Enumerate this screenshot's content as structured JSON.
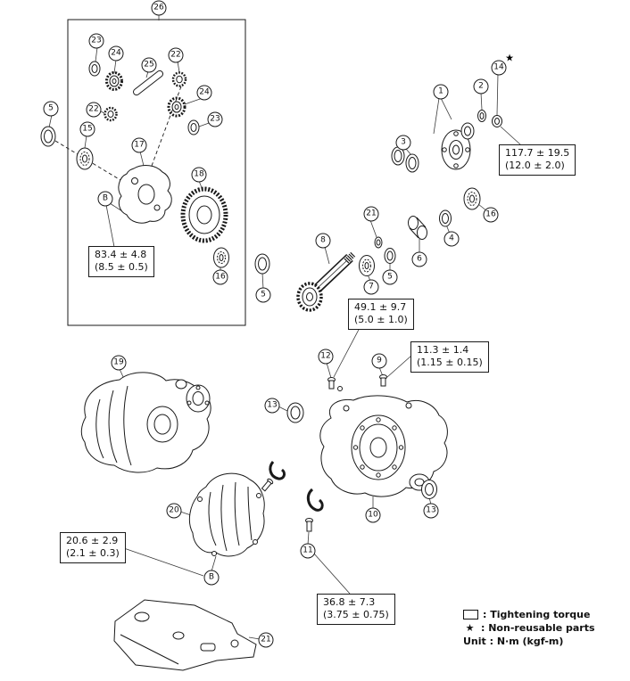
{
  "callouts": [
    "26",
    "23",
    "24",
    "25",
    "22",
    "24",
    "23",
    "22",
    "5",
    "15",
    "17",
    "18",
    "B",
    "16",
    "5",
    "1",
    "2",
    "14",
    "3",
    "21",
    "8",
    "7",
    "5",
    "6",
    "4",
    "16",
    "12",
    "9",
    "13",
    "19",
    "10",
    "13",
    "20",
    "11",
    "B",
    "21"
  ],
  "star": "★",
  "torque_notes": [
    {
      "value": "83.4 ± 4.8",
      "alt": "(8.5 ± 0.5)"
    },
    {
      "value": "117.7 ± 19.5",
      "alt": "(12.0 ± 2.0)"
    },
    {
      "value": "49.1 ± 9.7",
      "alt": "(5.0 ± 1.0)"
    },
    {
      "value": "11.3 ± 1.4",
      "alt": "(1.15 ± 0.15)"
    },
    {
      "value": "20.6 ± 2.9",
      "alt": "(2.1 ± 0.3)"
    },
    {
      "value": "36.8 ± 7.3",
      "alt": "(3.75 ± 0.75)"
    }
  ],
  "legend": {
    "torque_label": ": Tightening torque",
    "star_symbol": "★",
    "star_label": ": Non-reusable parts",
    "unit_label": "Unit : N·m (kgf-m)"
  }
}
